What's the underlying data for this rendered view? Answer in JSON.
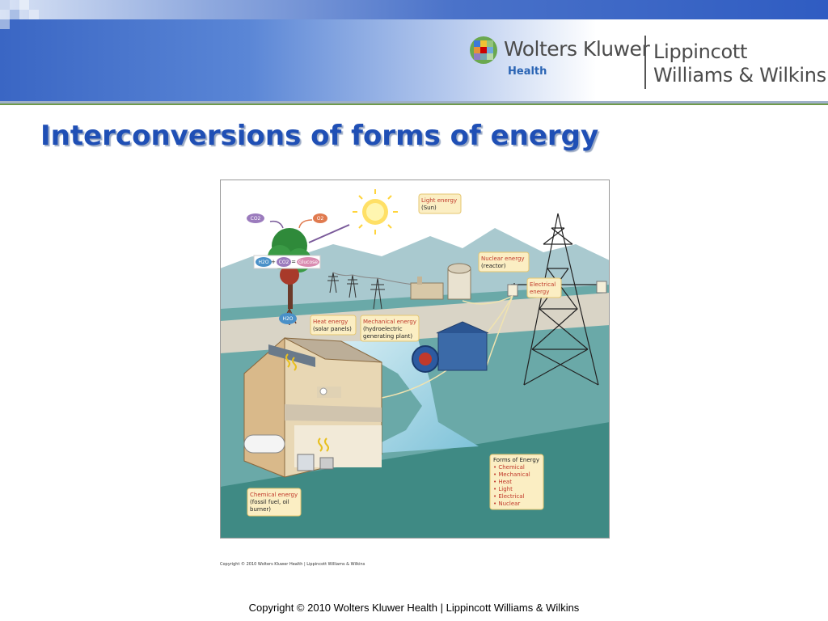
{
  "header": {
    "brand_name": "Wolters Kluwer",
    "brand_sub": "Health",
    "partner_line1": "Lippincott",
    "partner_line2": "Williams & Wilkins"
  },
  "slide": {
    "title": "Interconversions of forms of energy"
  },
  "diagram": {
    "labels": {
      "light_title": "Light energy",
      "light_sub": "(Sun)",
      "nuclear_title": "Nuclear energy",
      "nuclear_sub": "(reactor)",
      "electrical_title": "Electrical",
      "electrical_sub": "energy",
      "heat_title": "Heat energy",
      "heat_sub": "(solar panels)",
      "mechanical_title": "Mechanical energy",
      "mechanical_sub1": "(hydroelectric",
      "mechanical_sub2": "generating plant)",
      "chemical_title": "Chemical energy",
      "chemical_sub1": "(fossil fuel, oil",
      "chemical_sub2": "burner)"
    },
    "chemistry": {
      "co2": "CO2",
      "o2": "O2",
      "h2o": "H2O",
      "plus": "+",
      "equals": "=",
      "glucose": "Glucose",
      "h2o_root": "H2O"
    },
    "forms": {
      "heading": "Forms of Energy",
      "items": [
        "• Chemical",
        "• Mechanical",
        "• Heat",
        "• Light",
        "• Electrical",
        "• Nuclear"
      ]
    },
    "copyright": "Copyright © 2010 Wolters Kluwer Health | Lippincott Williams & Wilkins"
  },
  "footer": {
    "copyright": "Copyright © 2010 Wolters Kluwer Health | Lippincott Williams & Wilkins"
  }
}
